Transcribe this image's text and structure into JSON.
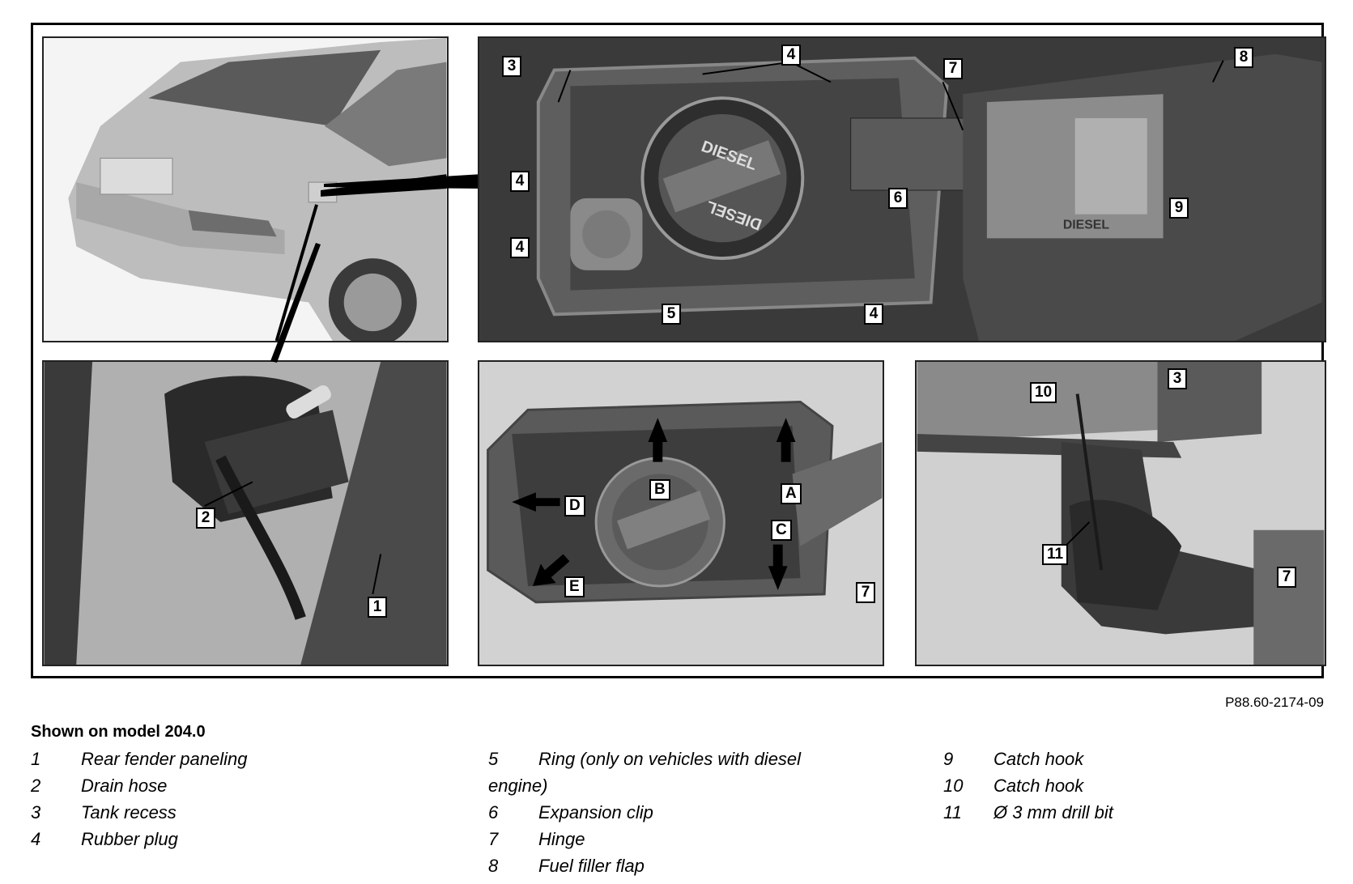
{
  "figure": {
    "callouts": {
      "p2_3": "3",
      "p2_4a": "4",
      "p2_7": "7",
      "p2_8": "8",
      "p2_4b": "4",
      "p2_6": "6",
      "p2_9": "9",
      "p2_4c": "4",
      "p2_5": "5",
      "p2_4d": "4",
      "p3_2": "2",
      "p3_1": "1",
      "p4_B": "B",
      "p4_A": "A",
      "p4_D": "D",
      "p4_C": "C",
      "p4_E": "E",
      "p4_7": "7",
      "p5_10": "10",
      "p5_3": "3",
      "p5_11": "11",
      "p5_7": "7"
    },
    "cap_labels": {
      "upper": "DIESEL",
      "lower": "DIESEL"
    },
    "flap_label": "DIESEL",
    "reference": "P88.60-2174-09"
  },
  "caption": {
    "title": "Shown on model 204.0",
    "legend_col1": [
      {
        "num": "1",
        "text": "Rear fender paneling"
      },
      {
        "num": "2",
        "text": "Drain hose"
      },
      {
        "num": "3",
        "text": "Tank recess"
      },
      {
        "num": "4",
        "text": "Rubber plug"
      }
    ],
    "legend_col2": [
      {
        "num": "5",
        "text": "Ring (only on vehicles with diesel",
        "cont": "engine)"
      },
      {
        "num": "6",
        "text": "Expansion clip"
      },
      {
        "num": "7",
        "text": "Hinge"
      },
      {
        "num": "8",
        "text": "Fuel filler flap"
      }
    ],
    "legend_col3": [
      {
        "num": "9",
        "text": "Catch hook"
      },
      {
        "num": "10",
        "text": "Catch hook"
      },
      {
        "num": "11",
        "text": "Ø 3 mm drill bit"
      }
    ]
  }
}
